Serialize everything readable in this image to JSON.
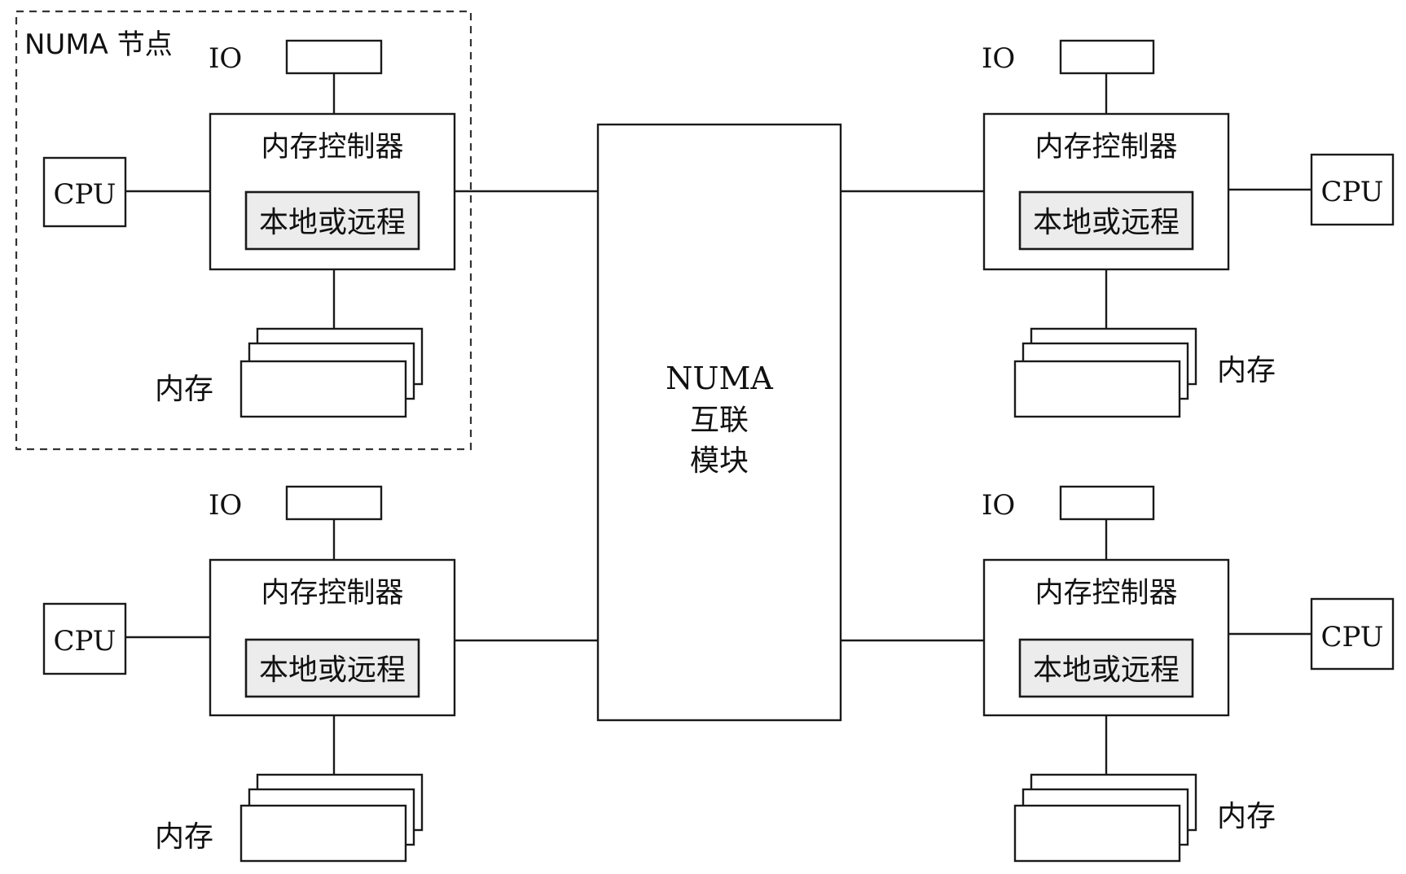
{
  "node_label": "NUMA 节点",
  "interconnect": {
    "lines": [
      "NUMA",
      "互联",
      "模块"
    ]
  },
  "nodes": [
    {
      "io_label": "IO",
      "controller_label": "内存控制器",
      "local_remote_label": "本地或远程",
      "cpu_label": "CPU",
      "memory_label": "内存"
    },
    {
      "io_label": "IO",
      "controller_label": "内存控制器",
      "local_remote_label": "本地或远程",
      "cpu_label": "CPU",
      "memory_label": "内存"
    },
    {
      "io_label": "IO",
      "controller_label": "内存控制器",
      "local_remote_label": "本地或远程",
      "cpu_label": "CPU",
      "memory_label": "内存"
    },
    {
      "io_label": "IO",
      "controller_label": "内存控制器",
      "local_remote_label": "本地或远程",
      "cpu_label": "CPU",
      "memory_label": "内存"
    }
  ]
}
